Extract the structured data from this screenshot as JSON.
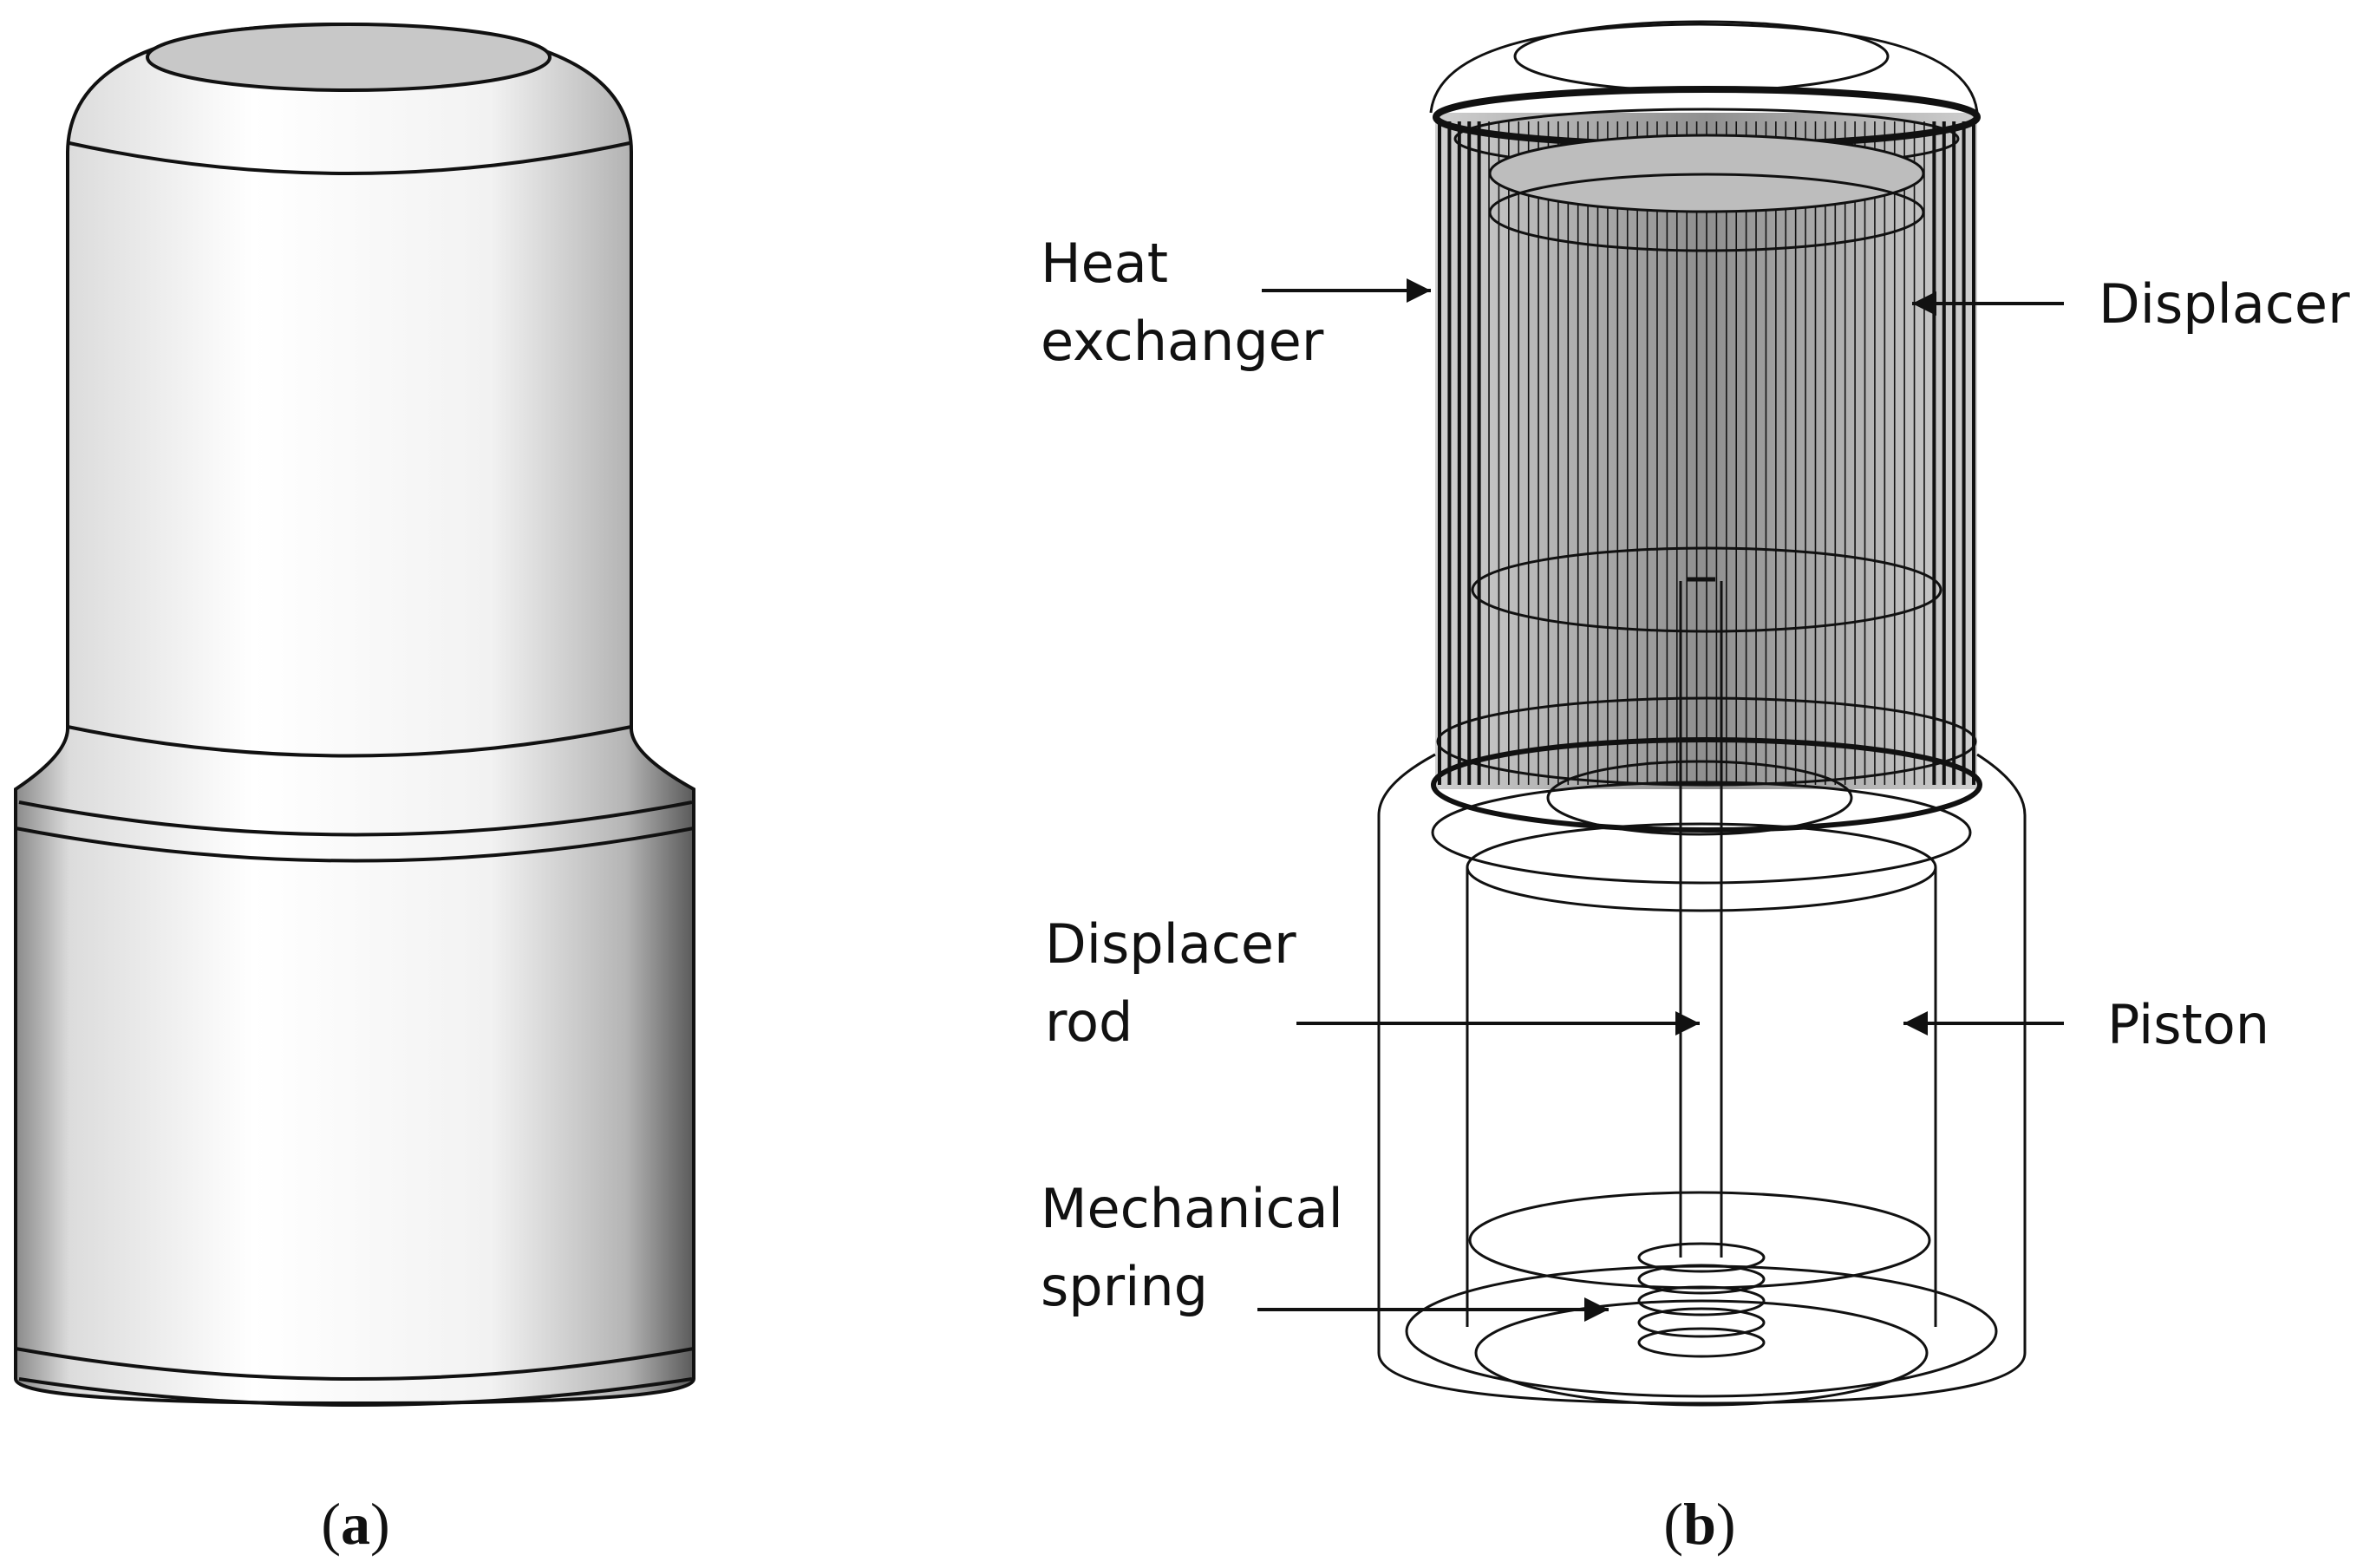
{
  "panels": {
    "a": {
      "caption_open": "(",
      "caption_letter": "a",
      "caption_close": ")"
    },
    "b": {
      "caption_open": "(",
      "caption_letter": "b",
      "caption_close": ")"
    }
  },
  "labels": {
    "heat_exchanger": [
      "Heat",
      "exchanger"
    ],
    "displacer": [
      "Displacer"
    ],
    "displacer_rod": [
      "Displacer",
      "rod"
    ],
    "piston": [
      "Piston"
    ],
    "mechanical_spring": [
      "Mechanical",
      "spring"
    ]
  },
  "colors": {
    "stroke": "#111111",
    "shade_dark": "#6e6e6e",
    "shade_light": "#ffffff",
    "cap_fill": "#c8c8c8",
    "hx_fill": "#9a9a9a"
  }
}
